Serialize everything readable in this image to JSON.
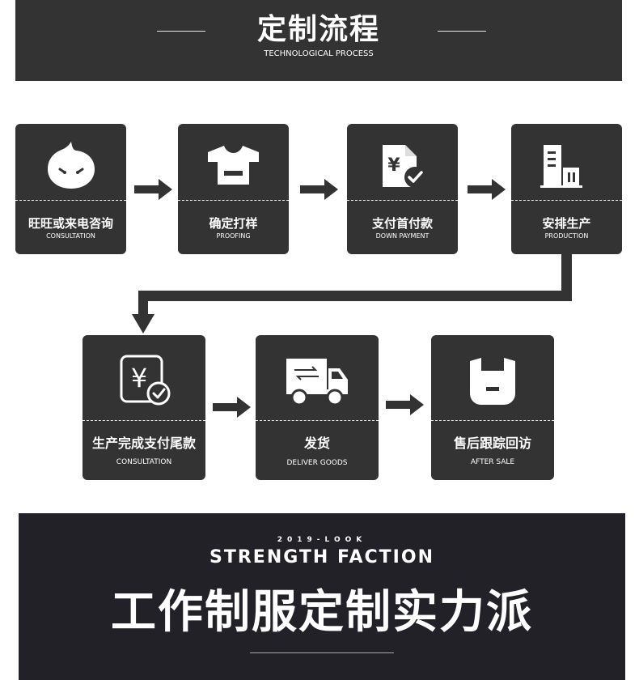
{
  "header": {
    "title": "定制流程",
    "subtitle": "TECHNOLOGICAL PROCESS"
  },
  "steps": [
    {
      "cn": "旺旺或来电咨询",
      "en": "CONSULTATION",
      "icon": "chat-bubble-icon"
    },
    {
      "cn": "确定打样",
      "en": "PROOFING",
      "icon": "tshirt-icon"
    },
    {
      "cn": "支付首付款",
      "en": "DOWN PAYMENT",
      "icon": "payment-document-icon"
    },
    {
      "cn": "安排生产",
      "en": "PRODUCTION",
      "icon": "factory-icon"
    },
    {
      "cn": "生产完成支付尾款",
      "en": "CONSULTATION",
      "icon": "yuan-check-icon"
    },
    {
      "cn": "发货",
      "en": "DELIVER GOODS",
      "icon": "delivery-truck-icon"
    },
    {
      "cn": "售后跟踪回访",
      "en": "AFTER SALE",
      "icon": "wrench-icon"
    }
  ],
  "icon_glyphs": {
    "yuan": "¥"
  },
  "footer": {
    "tag": "2019-LOOK",
    "slogan": "STRENGTH FACTION",
    "headline": "工作制服定制实力派"
  },
  "colors": {
    "card": "#333333",
    "footer": "#232128",
    "text": "#ffffff"
  }
}
